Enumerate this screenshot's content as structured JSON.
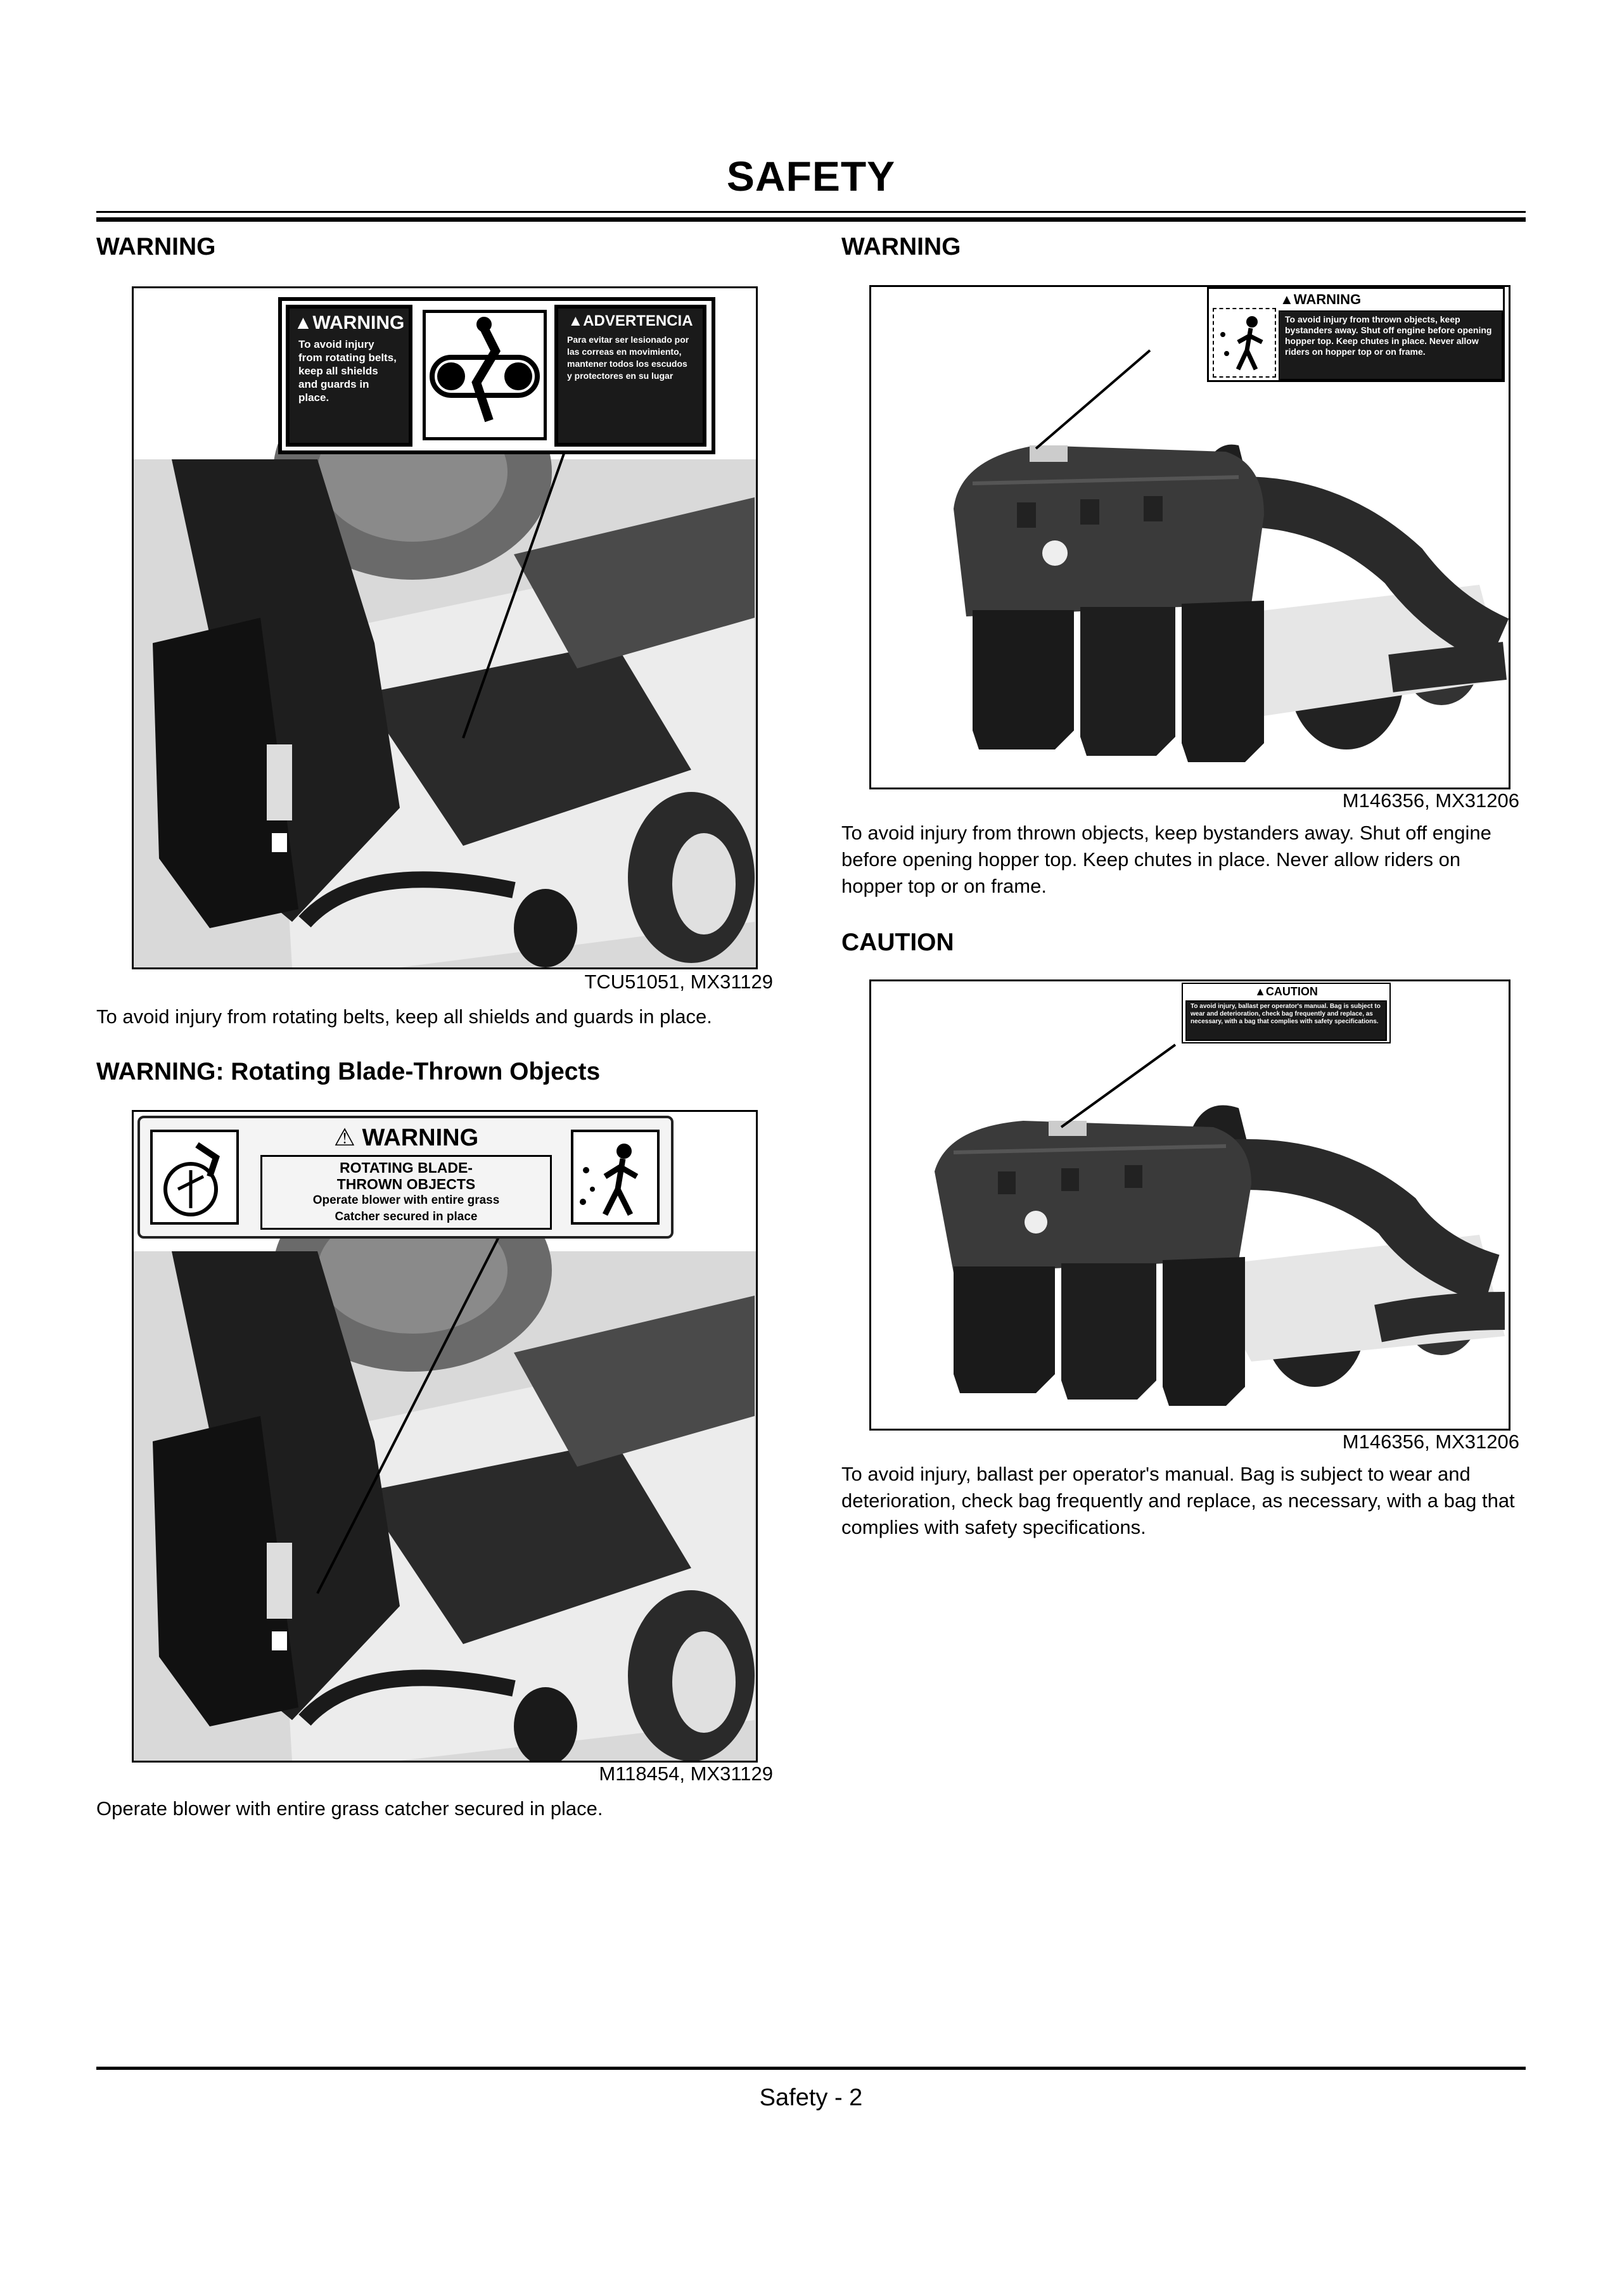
{
  "page": {
    "title": "SAFETY",
    "footer": "Safety - 2"
  },
  "left": {
    "section1": {
      "heading": "WARNING",
      "decal": {
        "warning_header": "▲WARNING",
        "warning_text": "To avoid injury from rotating belts, keep all shields and guards in place.",
        "advertencia_header": "▲ADVERTENCIA",
        "advertencia_text": "Para evitar ser lesionado por las correas en movimiento, mantener todos los escudos y protectores en su lugar"
      },
      "caption": "TCU51051, MX31129",
      "text": "To avoid injury from rotating belts, keep all shields and guards in place."
    },
    "section2": {
      "heading": "WARNING: Rotating Blade-Thrown Objects",
      "decal": {
        "warning_header": "⚠ WARNING",
        "line1": "ROTATING BLADE-",
        "line2": "THROWN OBJECTS",
        "line3": "Operate blower with entire grass",
        "line4": "Catcher secured in place"
      },
      "caption": "M118454, MX31129",
      "text": "Operate blower with entire grass catcher secured in place."
    }
  },
  "right": {
    "section1": {
      "heading": "WARNING",
      "decal": {
        "header": "▲WARNING",
        "text": "To avoid injury from thrown objects, keep bystanders away. Shut off engine before opening hopper top. Keep chutes in place. Never allow riders on hopper top or on frame."
      },
      "caption": "M146356, MX31206",
      "text": "To avoid injury from thrown objects, keep bystanders away. Shut off engine before opening hopper top. Keep chutes in place. Never allow riders on hopper top or on frame."
    },
    "section2": {
      "heading": "CAUTION",
      "decal": {
        "header": "▲CAUTION",
        "text": "To avoid injury, ballast per operator's manual. Bag is subject to wear and deterioration, check bag frequently and replace, as necessary, with a bag that complies with safety specifications."
      },
      "caption": "M146356, MX31206",
      "text": "To avoid injury, ballast per operator's manual. Bag is subject to wear and deterioration, check bag frequently and replace, as necessary, with a bag that complies with safety specifications."
    }
  }
}
